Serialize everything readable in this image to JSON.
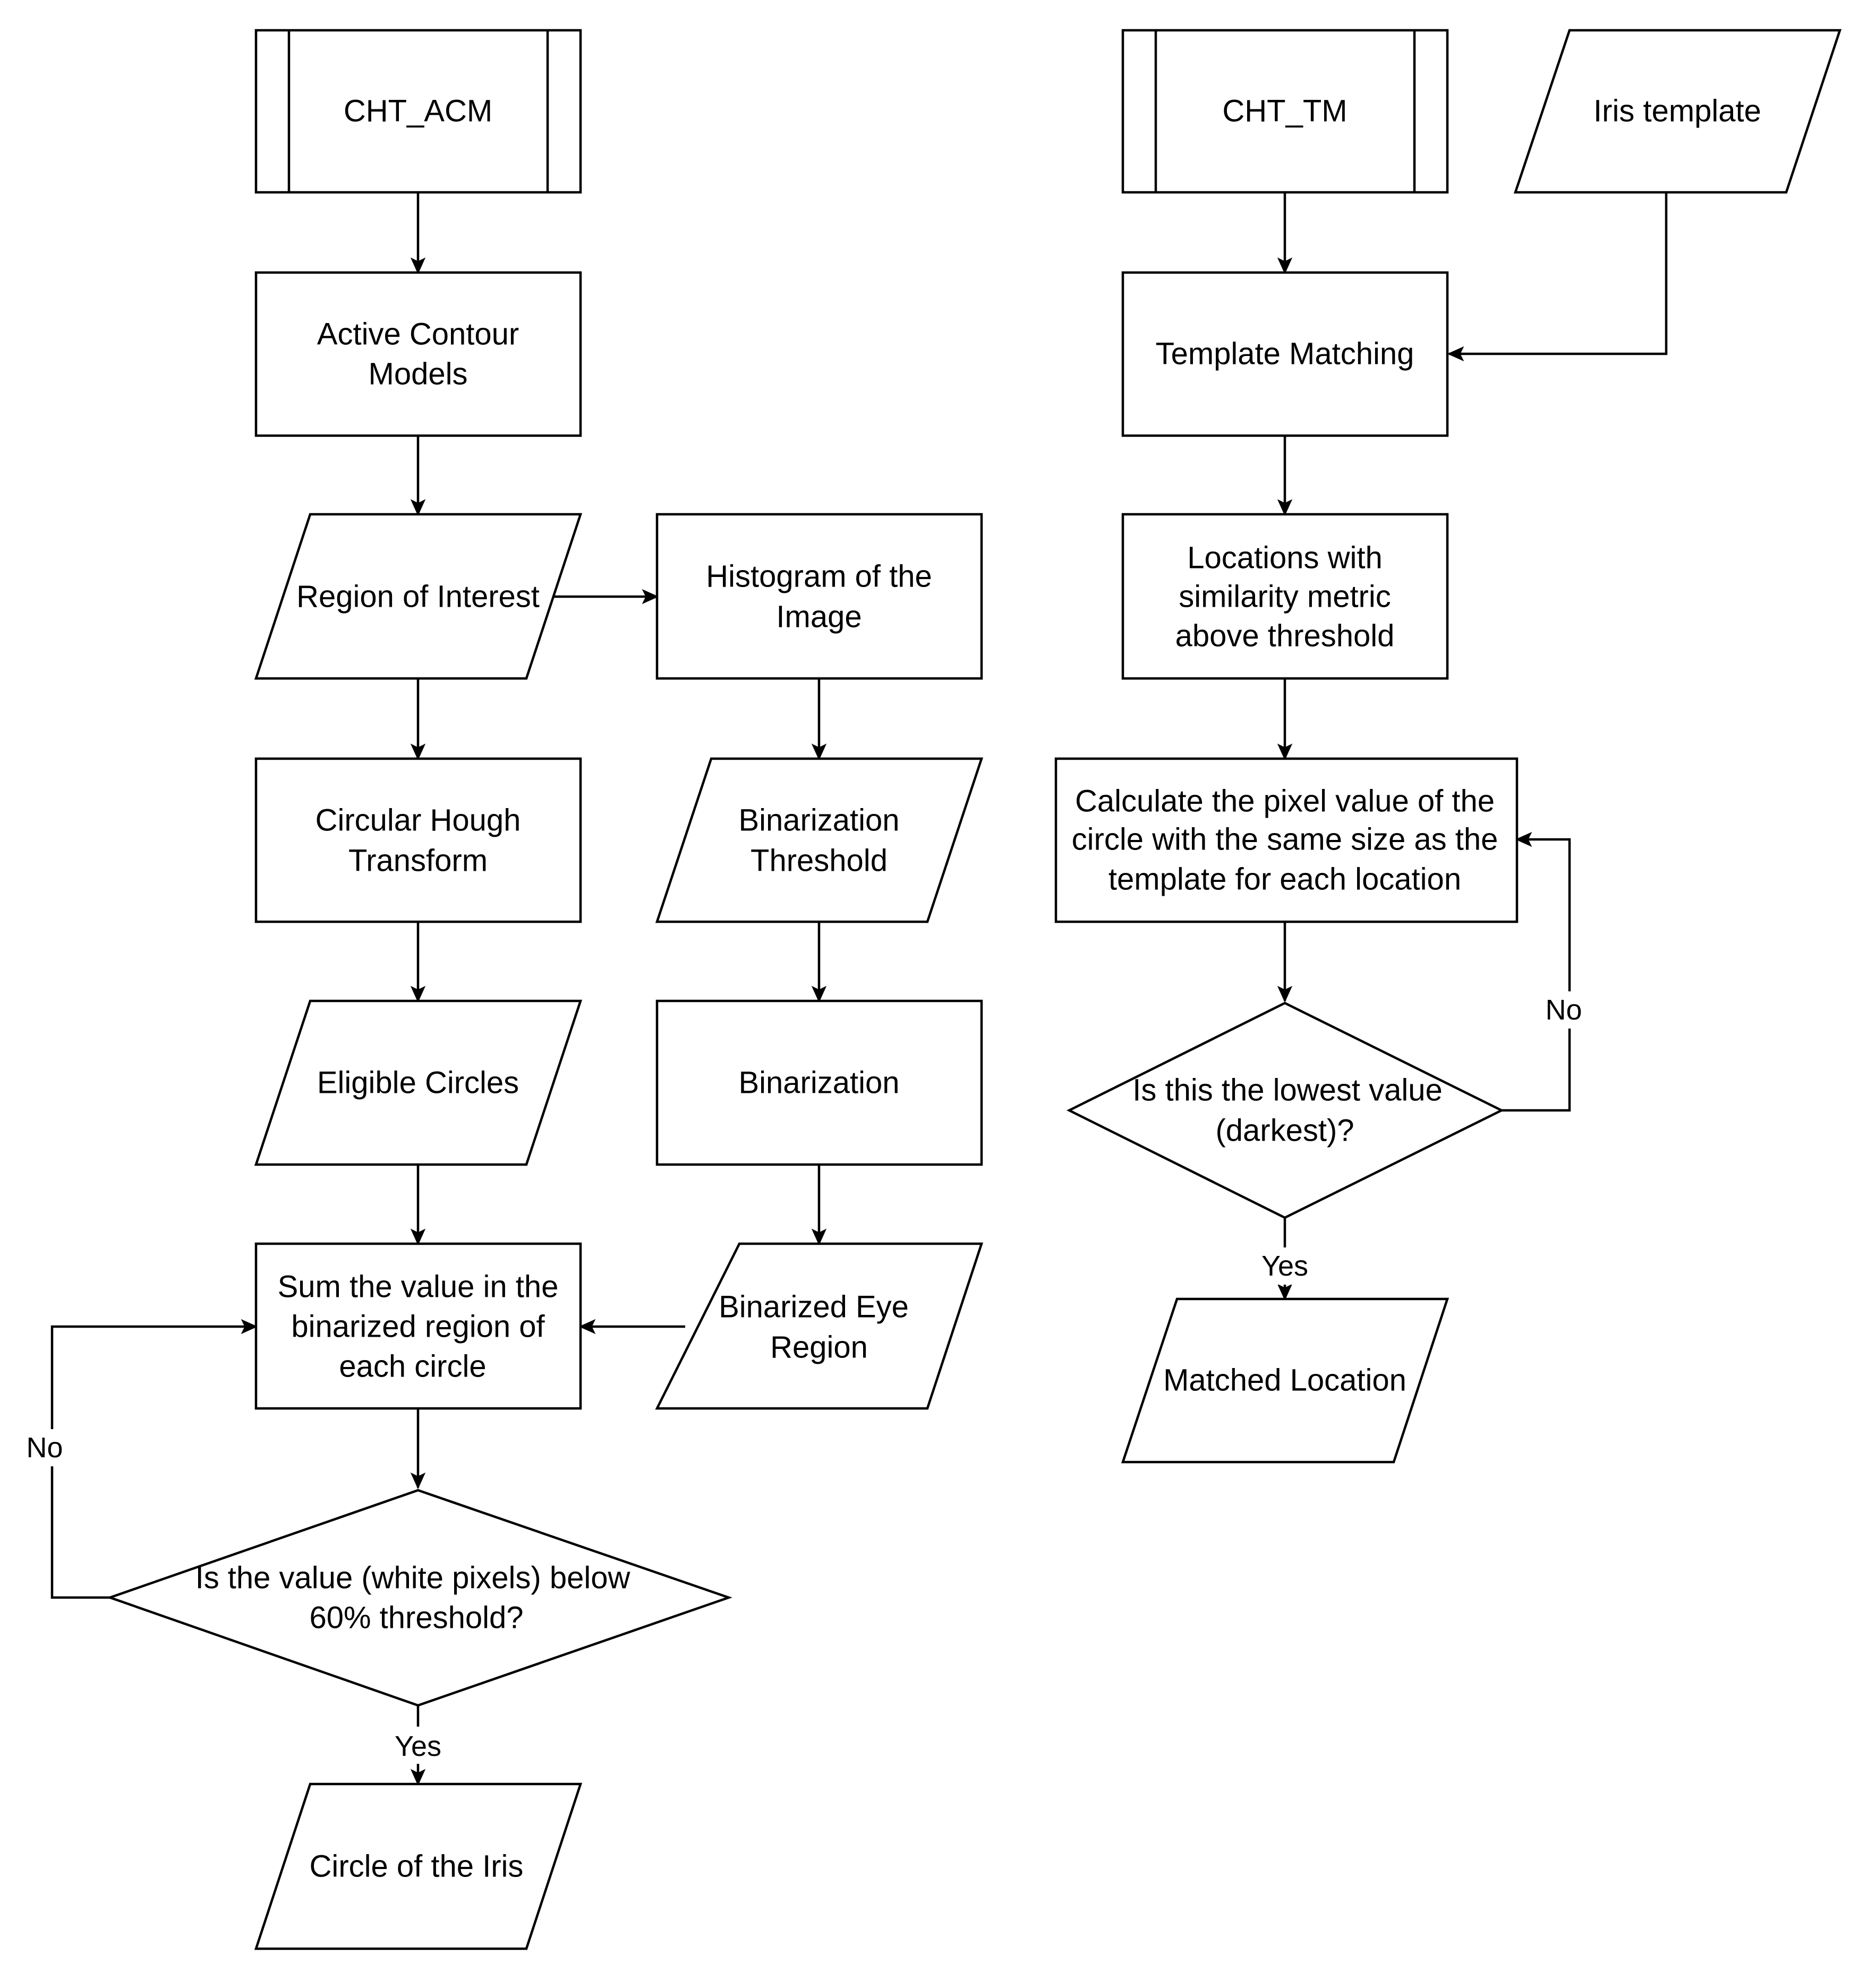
{
  "diagram": {
    "type": "flowchart",
    "colors": {
      "stroke": "#000000",
      "fill": "#ffffff",
      "text": "#000000"
    },
    "nodes": {
      "cht_acm": {
        "shape": "predefined-process",
        "lines": [
          "CHT_ACM"
        ]
      },
      "active_contour": {
        "shape": "process",
        "lines": [
          "Active Contour",
          "Models"
        ]
      },
      "roi": {
        "shape": "data",
        "lines": [
          "Region of Interest"
        ]
      },
      "histogram": {
        "shape": "process",
        "lines": [
          "Histogram of the",
          "Image"
        ]
      },
      "cht": {
        "shape": "process",
        "lines": [
          "Circular Hough",
          "Transform"
        ]
      },
      "bin_threshold": {
        "shape": "data",
        "lines": [
          "Binarization",
          "Threshold"
        ]
      },
      "eligible": {
        "shape": "data",
        "lines": [
          "Eligible Circles"
        ]
      },
      "binarization": {
        "shape": "process",
        "lines": [
          "Binarization"
        ]
      },
      "sum": {
        "shape": "process",
        "lines": [
          "Sum the value in the",
          "binarized region of",
          "each circle"
        ]
      },
      "bin_eye": {
        "shape": "data",
        "lines": [
          "Binarized Eye",
          "Region"
        ]
      },
      "decision_acm": {
        "shape": "decision",
        "lines": [
          "Is the value (white pixels) below",
          "60% threshold?"
        ]
      },
      "circle_iris": {
        "shape": "data",
        "lines": [
          "Circle of the Iris"
        ]
      },
      "cht_tm": {
        "shape": "predefined-process",
        "lines": [
          "CHT_TM"
        ]
      },
      "iris_template": {
        "shape": "data",
        "lines": [
          "Iris template"
        ]
      },
      "template_matching": {
        "shape": "process",
        "lines": [
          "Template Matching"
        ]
      },
      "locations": {
        "shape": "process",
        "lines": [
          "Locations with",
          "similarity metric",
          "above threshold"
        ]
      },
      "calculate": {
        "shape": "process",
        "lines": [
          "Calculate the pixel value of the",
          "circle with the same size as the",
          "template for each location"
        ]
      },
      "decision_tm": {
        "shape": "decision",
        "lines": [
          "Is this the lowest value",
          "(darkest)?"
        ]
      },
      "matched": {
        "shape": "data",
        "lines": [
          "Matched Location"
        ]
      }
    },
    "edges": [
      {
        "from": "cht_acm",
        "to": "active_contour",
        "label": ""
      },
      {
        "from": "active_contour",
        "to": "roi",
        "label": ""
      },
      {
        "from": "roi",
        "to": "histogram",
        "label": ""
      },
      {
        "from": "roi",
        "to": "cht",
        "label": ""
      },
      {
        "from": "histogram",
        "to": "bin_threshold",
        "label": ""
      },
      {
        "from": "cht",
        "to": "eligible",
        "label": ""
      },
      {
        "from": "bin_threshold",
        "to": "binarization",
        "label": ""
      },
      {
        "from": "eligible",
        "to": "sum",
        "label": ""
      },
      {
        "from": "binarization",
        "to": "bin_eye",
        "label": ""
      },
      {
        "from": "bin_eye",
        "to": "sum",
        "label": ""
      },
      {
        "from": "sum",
        "to": "decision_acm",
        "label": ""
      },
      {
        "from": "decision_acm",
        "to": "sum",
        "label": "No"
      },
      {
        "from": "decision_acm",
        "to": "circle_iris",
        "label": "Yes"
      },
      {
        "from": "cht_tm",
        "to": "template_matching",
        "label": ""
      },
      {
        "from": "iris_template",
        "to": "template_matching",
        "label": ""
      },
      {
        "from": "template_matching",
        "to": "locations",
        "label": ""
      },
      {
        "from": "locations",
        "to": "calculate",
        "label": ""
      },
      {
        "from": "calculate",
        "to": "decision_tm",
        "label": ""
      },
      {
        "from": "decision_tm",
        "to": "calculate",
        "label": "No"
      },
      {
        "from": "decision_tm",
        "to": "matched",
        "label": "Yes"
      }
    ]
  }
}
